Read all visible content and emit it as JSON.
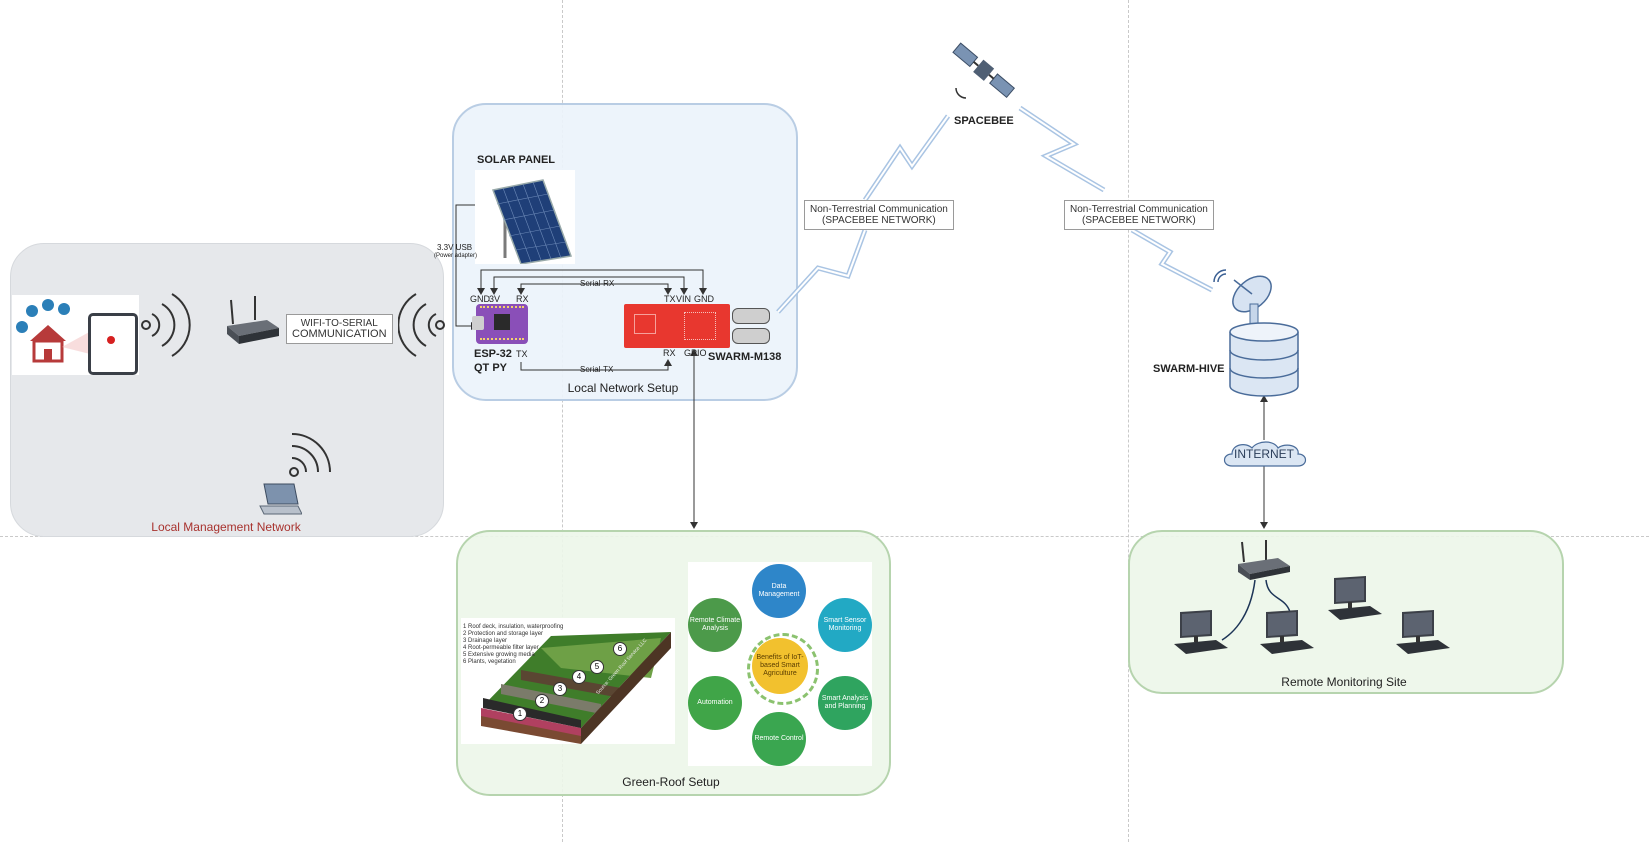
{
  "panels": {
    "local_management": "Local Management Network",
    "local_network": "Local Network Setup",
    "green_roof": "Green-Roof Setup",
    "remote_site": "Remote Monitoring Site"
  },
  "labels": {
    "solar_panel": "SOLAR PANEL",
    "usb_line1": "3.3V USB",
    "usb_line2": "(Power adapter)",
    "esp_line1": "ESP-32",
    "esp_line2": "QT PY",
    "swarm_m138": "SWARM-M138",
    "spacebee": "SPACEBEE",
    "swarm_hive": "SWARM-HIVE",
    "internet": "INTERNET",
    "serial_rx": "Serial-RX",
    "serial_tx": "Serial-TX"
  },
  "pins": {
    "esp_top": [
      "GND",
      "3V",
      "RX"
    ],
    "esp_bottom": "TX",
    "swarm_top": [
      "TX",
      "VIN",
      "GND"
    ],
    "swarm_bottom": [
      "RX",
      "GPIO"
    ]
  },
  "notes": {
    "wifi_serial_1": "WIFI-TO-SERIAL",
    "wifi_serial_2": "COMMUNICATION",
    "ntc_left_1": "Non-Terrestrial Communication",
    "ntc_left_2": "(SPACEBEE NETWORK)",
    "ntc_right_1": "Non-Terrestrial Communication",
    "ntc_right_2": "(SPACEBEE NETWORK)"
  },
  "roof_layers": [
    "1  Roof deck, insulation, waterproofing",
    "2  Protection and storage layer",
    "3  Drainage layer",
    "4  Root-permeable filter layer",
    "5  Extensive growing media",
    "6  Plants, vegetation"
  ],
  "roof_source": "Source: Green Roof Service LLC",
  "roof_numbers": [
    "1",
    "2",
    "3",
    "4",
    "5",
    "6"
  ],
  "iot_center": "Benefits of IoT-based Smart Agriculture",
  "iot_items": [
    "Data Management",
    "Smart Sensor Monitoring",
    "Smart Analysis and Planning",
    "Remote Control",
    "Automation",
    "Remote Climate Analysis"
  ],
  "colors": {
    "data_mgmt": "#2e86c9",
    "sensor": "#22a9c4",
    "analysis": "#2fa45f",
    "control": "#3aa650",
    "automation": "#40a548",
    "climate": "#4c9a4a",
    "center": "#f2c12e",
    "lightning": "#8fb4dc",
    "board_red": "#e8372f",
    "board_purple": "#8a4fb8"
  },
  "icons": [
    "house-icon",
    "tablet-icon",
    "wifi-signal-icon",
    "router-icon",
    "laptop-icon",
    "solar-panel-icon",
    "satellite-icon",
    "satellite-dish-icon",
    "database-icon",
    "cloud-icon",
    "computer-icon"
  ]
}
